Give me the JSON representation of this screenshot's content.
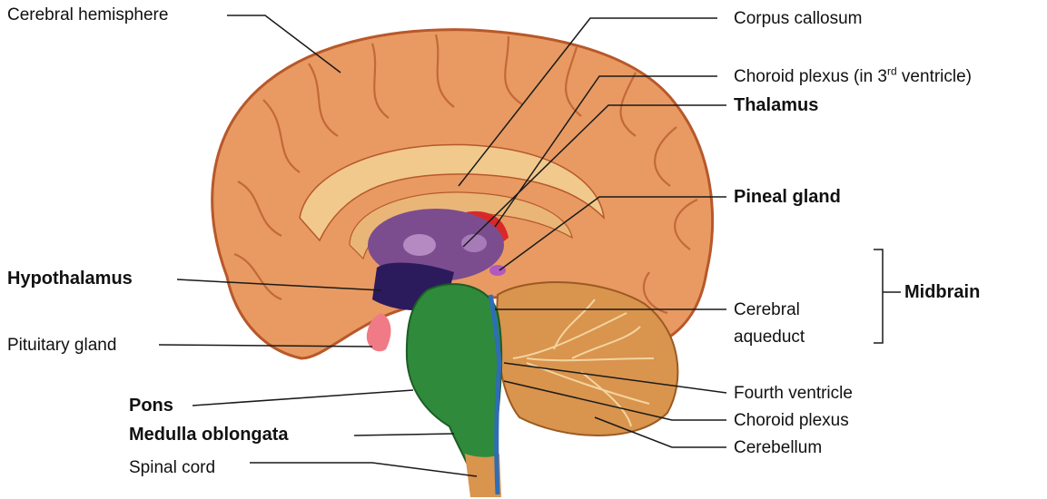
{
  "labels": {
    "cerebral_hemisphere": "Cerebral hemisphere",
    "corpus_callosum": "Corpus callosum",
    "choroid_plexus_3rd_a": "Choroid plexus (in 3",
    "choroid_plexus_3rd_sup": "rd",
    "choroid_plexus_3rd_b": " ventricle)",
    "thalamus": "Thalamus",
    "pineal_gland": "Pineal gland",
    "hypothalamus": "Hypothalamus",
    "midbrain": "Midbrain",
    "cerebral_aqueduct_1": "Cerebral",
    "cerebral_aqueduct_2": "aqueduct",
    "pituitary_gland": "Pituitary gland",
    "pons": "Pons",
    "fourth_ventricle": "Fourth ventricle",
    "choroid_plexus": "Choroid plexus",
    "medulla_oblongata": "Medulla oblongata",
    "cerebellum": "Cerebellum",
    "spinal_cord": "Spinal cord"
  },
  "colors": {
    "cortex": "#e89a62",
    "cortex_dark": "#b8582a",
    "corpus_callosum": "#f1c98d",
    "thalamus": "#7b4d8f",
    "ventricle": "#2b1a5c",
    "brainstem": "#2f8a3c",
    "cerebellum": "#d9944d",
    "aqueduct": "#2f6db5",
    "choroid": "#d8282a",
    "pituitary": "#f07a86"
  }
}
